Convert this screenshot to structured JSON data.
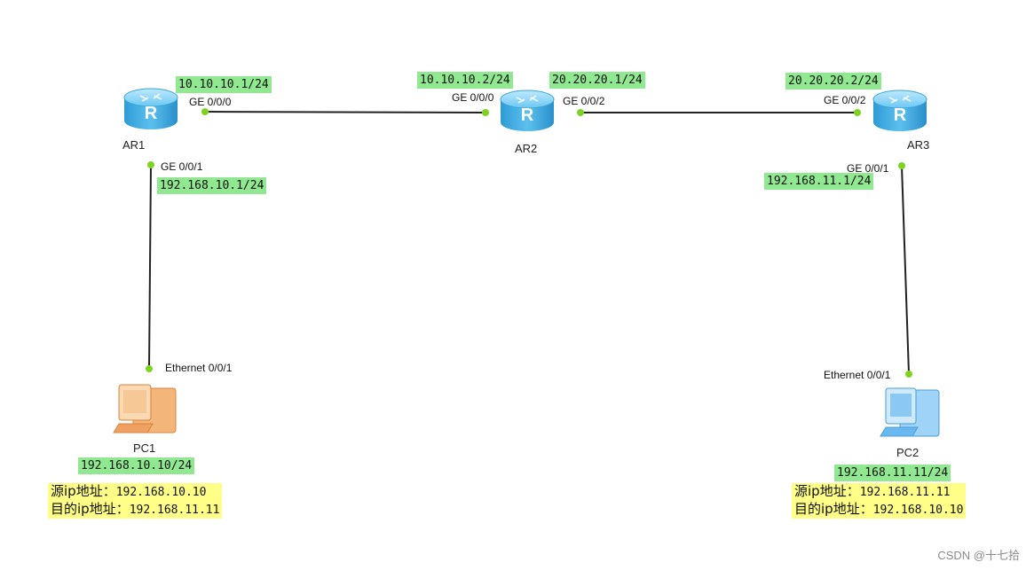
{
  "devices": {
    "ar1": {
      "name": "AR1",
      "icon": "router-icon"
    },
    "ar2": {
      "name": "AR2",
      "icon": "router-icon"
    },
    "ar3": {
      "name": "AR3",
      "icon": "router-icon"
    },
    "pc1": {
      "name": "PC1",
      "icon": "pc-icon"
    },
    "pc2": {
      "name": "PC2",
      "icon": "pc-icon"
    }
  },
  "ports": {
    "ar1_ge000": "GE 0/0/0",
    "ar1_ge001": "GE 0/0/1",
    "ar2_ge000": "GE 0/0/0",
    "ar2_ge002": "GE 0/0/2",
    "ar3_ge002": "GE 0/0/2",
    "ar3_ge001": "GE 0/0/1",
    "pc1_eth": "Ethernet 0/0/1",
    "pc2_eth": "Ethernet 0/0/1"
  },
  "ips": {
    "ar1_ge000": "10.10.10.1/24",
    "ar1_ge001": "192.168.10.1/24",
    "ar2_ge000": "10.10.10.2/24",
    "ar2_ge002": "20.20.20.1/24",
    "ar3_ge002": "20.20.20.2/24",
    "ar3_ge001": "192.168.11.1/24",
    "pc1": "192.168.10.10/24",
    "pc2": "192.168.11.11/24"
  },
  "notes": {
    "pc1": {
      "src_label": "源ip地址：",
      "src_value": "192.168.10.10",
      "dst_label": "目的ip地址：",
      "dst_value": "192.168.11.11"
    },
    "pc2": {
      "src_label": "源ip地址：",
      "src_value": "192.168.11.11",
      "dst_label": "目的ip地址：",
      "dst_value": "192.168.10.10"
    }
  },
  "watermark": "CSDN @十七拾",
  "colors": {
    "ip_label_bg": "#90e890",
    "note_bg": "#ffff88",
    "port_dot": "#7ed321",
    "link": "#222222",
    "router": "#4fb6ea",
    "pc1": "#f0a060",
    "pc2": "#6ab8f0"
  }
}
